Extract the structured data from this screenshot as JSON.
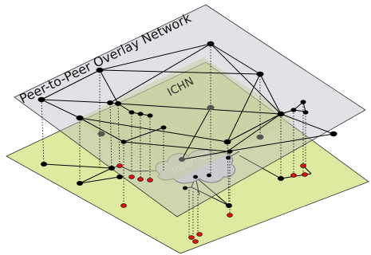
{
  "labels": {
    "overlay": "Peer-to-Peer Overlay Network",
    "ichn": "ICHN",
    "internet": "Internet"
  },
  "colors": {
    "underlay_plane": "#dfeaa0",
    "overlay_plane": "#b8b8c4",
    "node": "#000000",
    "ichn_node": "#555555",
    "end_node": "#e01010",
    "cloud": "#d8d8d8",
    "link": "#000000",
    "vertical_link": "#000000"
  }
}
